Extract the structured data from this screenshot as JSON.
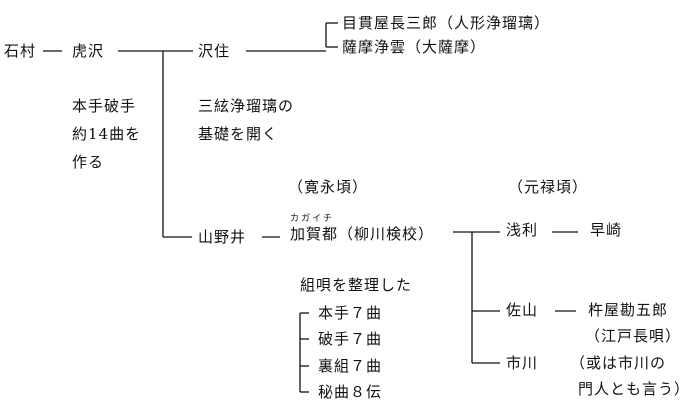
{
  "nodes": {
    "ishimura": "石村",
    "torazawa": "虎沢",
    "sawazumi": "沢住",
    "menuki": "目貫屋長三郎（人形浄瑠璃）",
    "satsuma": "薩摩浄雲（大薩摩）",
    "yanoi": "山野井",
    "kagaichi": "加賀都（柳川検校）",
    "kagaichi_ruby": "カガイチ",
    "asari": "浅利",
    "hayazaki": "早崎",
    "sayama": "佐山",
    "kineya": "杵屋勘五郎",
    "kineya_note": "（江戸長唄）",
    "ichikawa": "市川",
    "ichikawa_note_1": "（或は市川の",
    "ichikawa_note_2": "門人とも言う）"
  },
  "notes": {
    "torazawa_1": "本手破手",
    "torazawa_2": "約14曲を",
    "torazawa_3": "作る",
    "sawazumi_1": "三絃浄瑠璃の",
    "sawazumi_2": "基礎を開く",
    "kanei": "（寛永頃）",
    "genroku": "（元禄頃）",
    "kumiuta_title": "組唄を整理した"
  },
  "kumiuta_items": [
    "本手７曲",
    "破手７曲",
    "裏組７曲",
    "秘曲８伝"
  ]
}
